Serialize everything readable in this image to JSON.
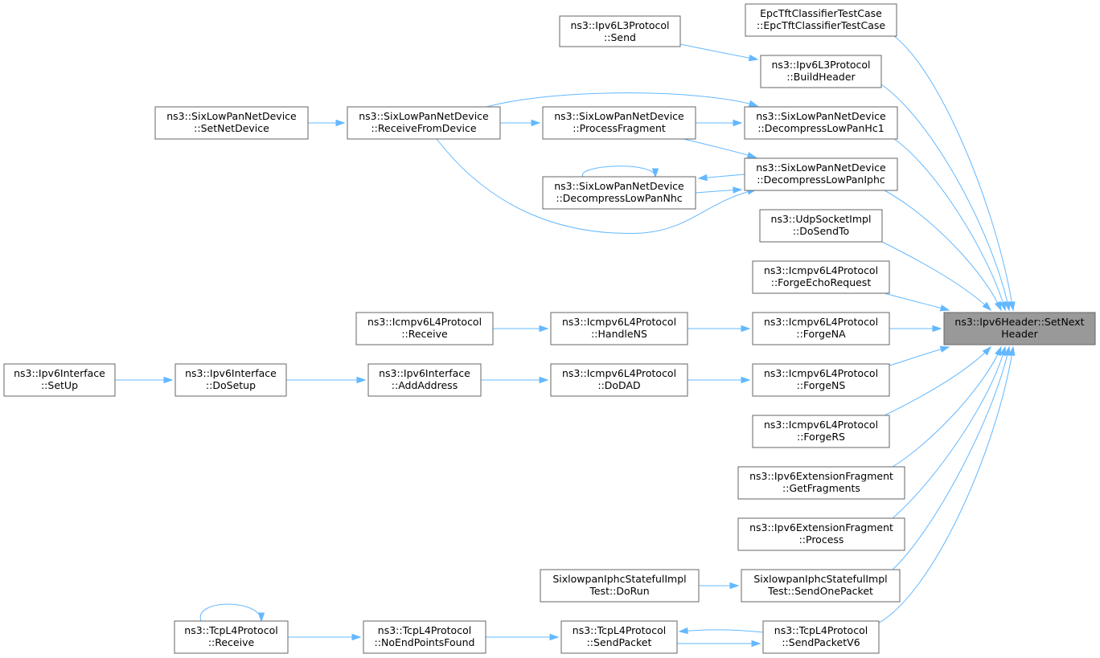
{
  "graph": {
    "nodes": [
      {
        "id": "n0",
        "name": "node-ipv6header-setnextheader",
        "lines": [
          "ns3::Ipv6Header::SetNext",
          "Header"
        ],
        "target": true
      },
      {
        "id": "n1",
        "name": "node-epctftclassifiertestcase",
        "lines": [
          "EpcTftClassifierTestCase",
          "::EpcTftClassifierTestCase"
        ]
      },
      {
        "id": "n2",
        "name": "node-ipv6l3protocol-buildheader",
        "lines": [
          "ns3::Ipv6L3Protocol",
          "::BuildHeader"
        ]
      },
      {
        "id": "n3",
        "name": "node-ipv6l3protocol-send",
        "lines": [
          "ns3::Ipv6L3Protocol",
          "::Send"
        ]
      },
      {
        "id": "n4",
        "name": "node-sixlowpan-decompresslowpanhc1",
        "lines": [
          "ns3::SixLowPanNetDevice",
          "::DecompressLowPanHc1"
        ]
      },
      {
        "id": "n5",
        "name": "node-sixlowpan-processfragment",
        "lines": [
          "ns3::SixLowPanNetDevice",
          "::ProcessFragment"
        ]
      },
      {
        "id": "n6",
        "name": "node-sixlowpan-receivefromdevice",
        "lines": [
          "ns3::SixLowPanNetDevice",
          "::ReceiveFromDevice"
        ]
      },
      {
        "id": "n7",
        "name": "node-sixlowpan-setnetdevice",
        "lines": [
          "ns3::SixLowPanNetDevice",
          "::SetNetDevice"
        ]
      },
      {
        "id": "n8",
        "name": "node-sixlowpan-decompresslowpaniphc",
        "lines": [
          "ns3::SixLowPanNetDevice",
          "::DecompressLowPanIphc"
        ]
      },
      {
        "id": "n9",
        "name": "node-sixlowpan-decompresslowpannhc",
        "lines": [
          "ns3::SixLowPanNetDevice",
          "::DecompressLowPanNhc"
        ]
      },
      {
        "id": "n10",
        "name": "node-udpsocketimpl-dosendto",
        "lines": [
          "ns3::UdpSocketImpl",
          "::DoSendTo"
        ]
      },
      {
        "id": "n11",
        "name": "node-icmpv6-forgeechorequest",
        "lines": [
          "ns3::Icmpv6L4Protocol",
          "::ForgeEchoRequest"
        ]
      },
      {
        "id": "n12",
        "name": "node-icmpv6-forgena",
        "lines": [
          "ns3::Icmpv6L4Protocol",
          "::ForgeNA"
        ]
      },
      {
        "id": "n13",
        "name": "node-icmpv6-handlens",
        "lines": [
          "ns3::Icmpv6L4Protocol",
          "::HandleNS"
        ]
      },
      {
        "id": "n14",
        "name": "node-icmpv6-receive",
        "lines": [
          "ns3::Icmpv6L4Protocol",
          "::Receive"
        ]
      },
      {
        "id": "n15",
        "name": "node-icmpv6-forgens",
        "lines": [
          "ns3::Icmpv6L4Protocol",
          "::ForgeNS"
        ]
      },
      {
        "id": "n16",
        "name": "node-icmpv6-dodad",
        "lines": [
          "ns3::Icmpv6L4Protocol",
          "::DoDAD"
        ]
      },
      {
        "id": "n17",
        "name": "node-ipv6interface-addaddress",
        "lines": [
          "ns3::Ipv6Interface",
          "::AddAddress"
        ]
      },
      {
        "id": "n18",
        "name": "node-ipv6interface-dosetup",
        "lines": [
          "ns3::Ipv6Interface",
          "::DoSetup"
        ]
      },
      {
        "id": "n19",
        "name": "node-ipv6interface-setup",
        "lines": [
          "ns3::Ipv6Interface",
          "::SetUp"
        ]
      },
      {
        "id": "n20",
        "name": "node-icmpv6-forgers",
        "lines": [
          "ns3::Icmpv6L4Protocol",
          "::ForgeRS"
        ]
      },
      {
        "id": "n21",
        "name": "node-ipv6extensionfragment-getfragments",
        "lines": [
          "ns3::Ipv6ExtensionFragment",
          "::GetFragments"
        ]
      },
      {
        "id": "n22",
        "name": "node-ipv6extensionfragment-process",
        "lines": [
          "ns3::Ipv6ExtensionFragment",
          "::Process"
        ]
      },
      {
        "id": "n23",
        "name": "node-sixlowpaniphcstatefulimpltest-sendonepacket",
        "lines": [
          "SixlowpanIphcStatefulImpl",
          "Test::SendOnePacket"
        ]
      },
      {
        "id": "n24",
        "name": "node-sixlowpaniphcstatefulimpltest-dorun",
        "lines": [
          "SixlowpanIphcStatefulImpl",
          "Test::DoRun"
        ]
      },
      {
        "id": "n25",
        "name": "node-tcpl4protocol-sendpacketv6",
        "lines": [
          "ns3::TcpL4Protocol",
          "::SendPacketV6"
        ]
      },
      {
        "id": "n26",
        "name": "node-tcpl4protocol-sendpacket",
        "lines": [
          "ns3::TcpL4Protocol",
          "::SendPacket"
        ]
      },
      {
        "id": "n27",
        "name": "node-tcpl4protocol-noendpointsfound",
        "lines": [
          "ns3::TcpL4Protocol",
          "::NoEndPointsFound"
        ]
      },
      {
        "id": "n28",
        "name": "node-tcpl4protocol-receive",
        "lines": [
          "ns3::TcpL4Protocol",
          "::Receive"
        ]
      }
    ]
  }
}
